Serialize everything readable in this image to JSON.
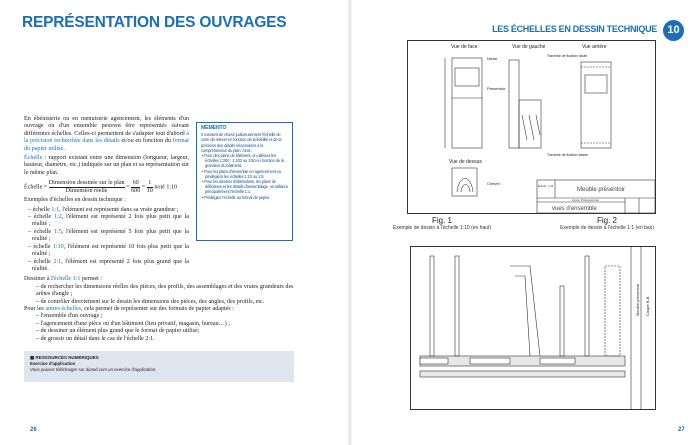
{
  "left_page": {
    "title": "REPRÉSENTATION DES OUVRAGES",
    "intro_1": "En ébénisterie ou en menuiserie agencement, les éléments d'un ouvrage ou d'un ensemble peuvent être représentés suivant différentes échelles. Celles-ci permettent de s'adapter tout d'abord ",
    "intro_link1": "à la précision recherchée dans les détails",
    "intro_2": " et/ou en fonction du ",
    "intro_link2": "format du papier utilisé",
    "intro_3": ".",
    "echelle_term": "Échelle",
    "echelle_def": " : rapport existant entre une dimension (longueur, largeur, hauteur, diamètre, etc.) indiquée sur un plan et sa représentation sur le même plan.",
    "formula": {
      "lhs": "Échelle =",
      "num": "Dimension dessinée sur le plan",
      "den": "Dimension réelle",
      "eq1": "=",
      "n2": "60",
      "d2": "600",
      "eq2": "=",
      "n3": "1",
      "d3": "10",
      "note": "noté 1:10"
    },
    "examples_title": "Exemples d'échelles en dessin technique :",
    "examples": [
      {
        "pre": "– échelle ",
        "scale": "1:1",
        "post": ", l'élément est représenté dans sa vraie grandeur ;"
      },
      {
        "pre": "– échelle ",
        "scale": "1:2",
        "post": ", l'élément est représenté 2 fois plus petit que la réalité ;"
      },
      {
        "pre": "– échelle ",
        "scale": "1:5",
        "post": ", l'élément est représenté 5 fois plus petit que la réalité ;"
      },
      {
        "pre": "– échelle ",
        "scale": "1:10",
        "post": ", l'élément est représenté 10 fois plus petit que la réalité ;"
      },
      {
        "pre": "– échelle ",
        "scale": "2:1",
        "post": ", l'élément est représenté 2 fois plus grand que la réalité."
      }
    ],
    "scale11_pre": "Dessiner à l'",
    "scale11_link": "échelle 1:1",
    "scale11_post": " permet :",
    "scale11_items": [
      "– de rechercher les dimensions réelles des pièces, des profils, des assemblages et des vraies grandeurs des arêtes d'angle ;",
      "– de contrôler directement sur le dessin les dimensions des pièces, des angles, des profils, etc."
    ],
    "other_pre": "Pour les ",
    "other_link": "autres échelles",
    "other_post": ", cela permet de représenter sur des formats de papier adaptés :",
    "other_items": [
      "– l'ensemble d'un ouvrage ;",
      "– l'agencement d'une pièce ou d'un bâtiment (lieu privatif, magasin, bureau…) ;",
      "– de dessiner un élément plus grand que le format de papier utilisé;",
      "– de grossir un détail dans le cas de l'échelle 2:1."
    ],
    "memento": {
      "title": "MÉMENTO",
      "text": "Il convient de choisir judicieusement l'échelle de sorte de relever en fonction de la lisibilité et de la précision des détails nécessaires à la compréhension du plan. Ainsi :",
      "items": [
        "Pour des plans de bâtiment, on utilisera les échelles 1:200 ; 1:100 ou 1:50 en fonction de la grandeur du bâtiment.",
        "Pour les plans d'ensemble en agencement ou privilégiera les échelles 1:10 ou 1:5.",
        "Pour les dessins d'ébénisterie, les plans de définitions et les détails d'assemblage, on utilisera principalement l'échelle 1:1.",
        "Privilégiez l'échelle au format de papier."
      ]
    },
    "resources": {
      "label": "RESSOURCES NUMÉRIQUES",
      "title": "Exercice d'application",
      "text": "Vous pouvez télécharger sur dunod.com un exercice d'application."
    },
    "page_number": "26"
  },
  "right_page": {
    "chapter_title": "LES ÉCHELLES EN DESSIN TECHNIQUE",
    "chapter_number": "10",
    "drawing1": {
      "views": [
        "Vue de face",
        "Vue de gauche",
        "Vue arrière",
        "Vue de dessus"
      ],
      "labels": [
        "Niche",
        "Présentoir",
        "Traverse de fixation haute",
        "Traverse de fixation basse",
        "Chevet"
      ],
      "title_block": {
        "scale": "Échelle : 1:10",
        "name": "Meuble présentoir",
        "school": "Lycée Professionnel",
        "subtitle": "vues d'ensemble"
      }
    },
    "fig1": {
      "label": "Fig. 1",
      "caption": "Exemple de dessin à l'échelle 1:10 (en haut)"
    },
    "fig2": {
      "label": "Fig. 2",
      "caption": "Exemple de dessin à l'échelle 1:1 (en bas)"
    },
    "drawing2": {
      "labels": [
        "Meuble présentoir",
        "Coupe B-B"
      ]
    },
    "page_number": "27"
  },
  "colors": {
    "accent": "#1a6fb7",
    "resource_bg": "#dfe5ee"
  }
}
